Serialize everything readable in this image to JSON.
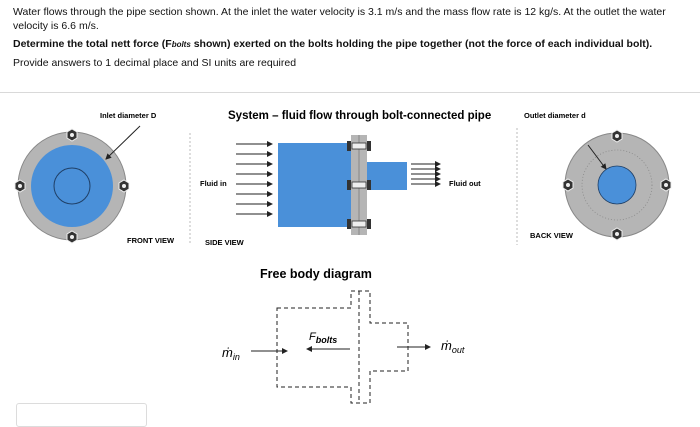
{
  "question": {
    "line1": "Water flows through the pipe section shown.  At the inlet the water velocity is 3.1 m/s and the mass flow rate is 12 kg/s.   At the outlet the water velocity is 6.6 m/s.",
    "bold_pre": "Determine the total nett force (F",
    "bold_sub": "bolts",
    "bold_post": " shown) exerted on the bolts holding the pipe together (not the force of each individual bolt).",
    "line3": "Provide answers to 1 decimal place and SI units are required"
  },
  "figure": {
    "inlet_label": "Inlet diameter D",
    "system_title": "System – fluid flow through bolt-connected pipe",
    "outlet_label": "Outlet diameter d",
    "fluid_in": "Fluid in",
    "fluid_out": "Fluid out",
    "front_view": "FRONT VIEW",
    "side_view": "SIDE VIEW",
    "back_view": "BACK VIEW",
    "fbd_title": "Free body diagram",
    "m_in": "ṁ",
    "m_in_sub": "in",
    "m_out": "ṁ",
    "m_out_sub": "out",
    "f_bolts": "F",
    "f_bolts_sub": "bolts",
    "colors": {
      "pipe_blue": "#4a90d9",
      "flange_grey": "#b5b5b5",
      "bolt_dark": "#333333"
    }
  },
  "answer": {
    "value": ""
  }
}
